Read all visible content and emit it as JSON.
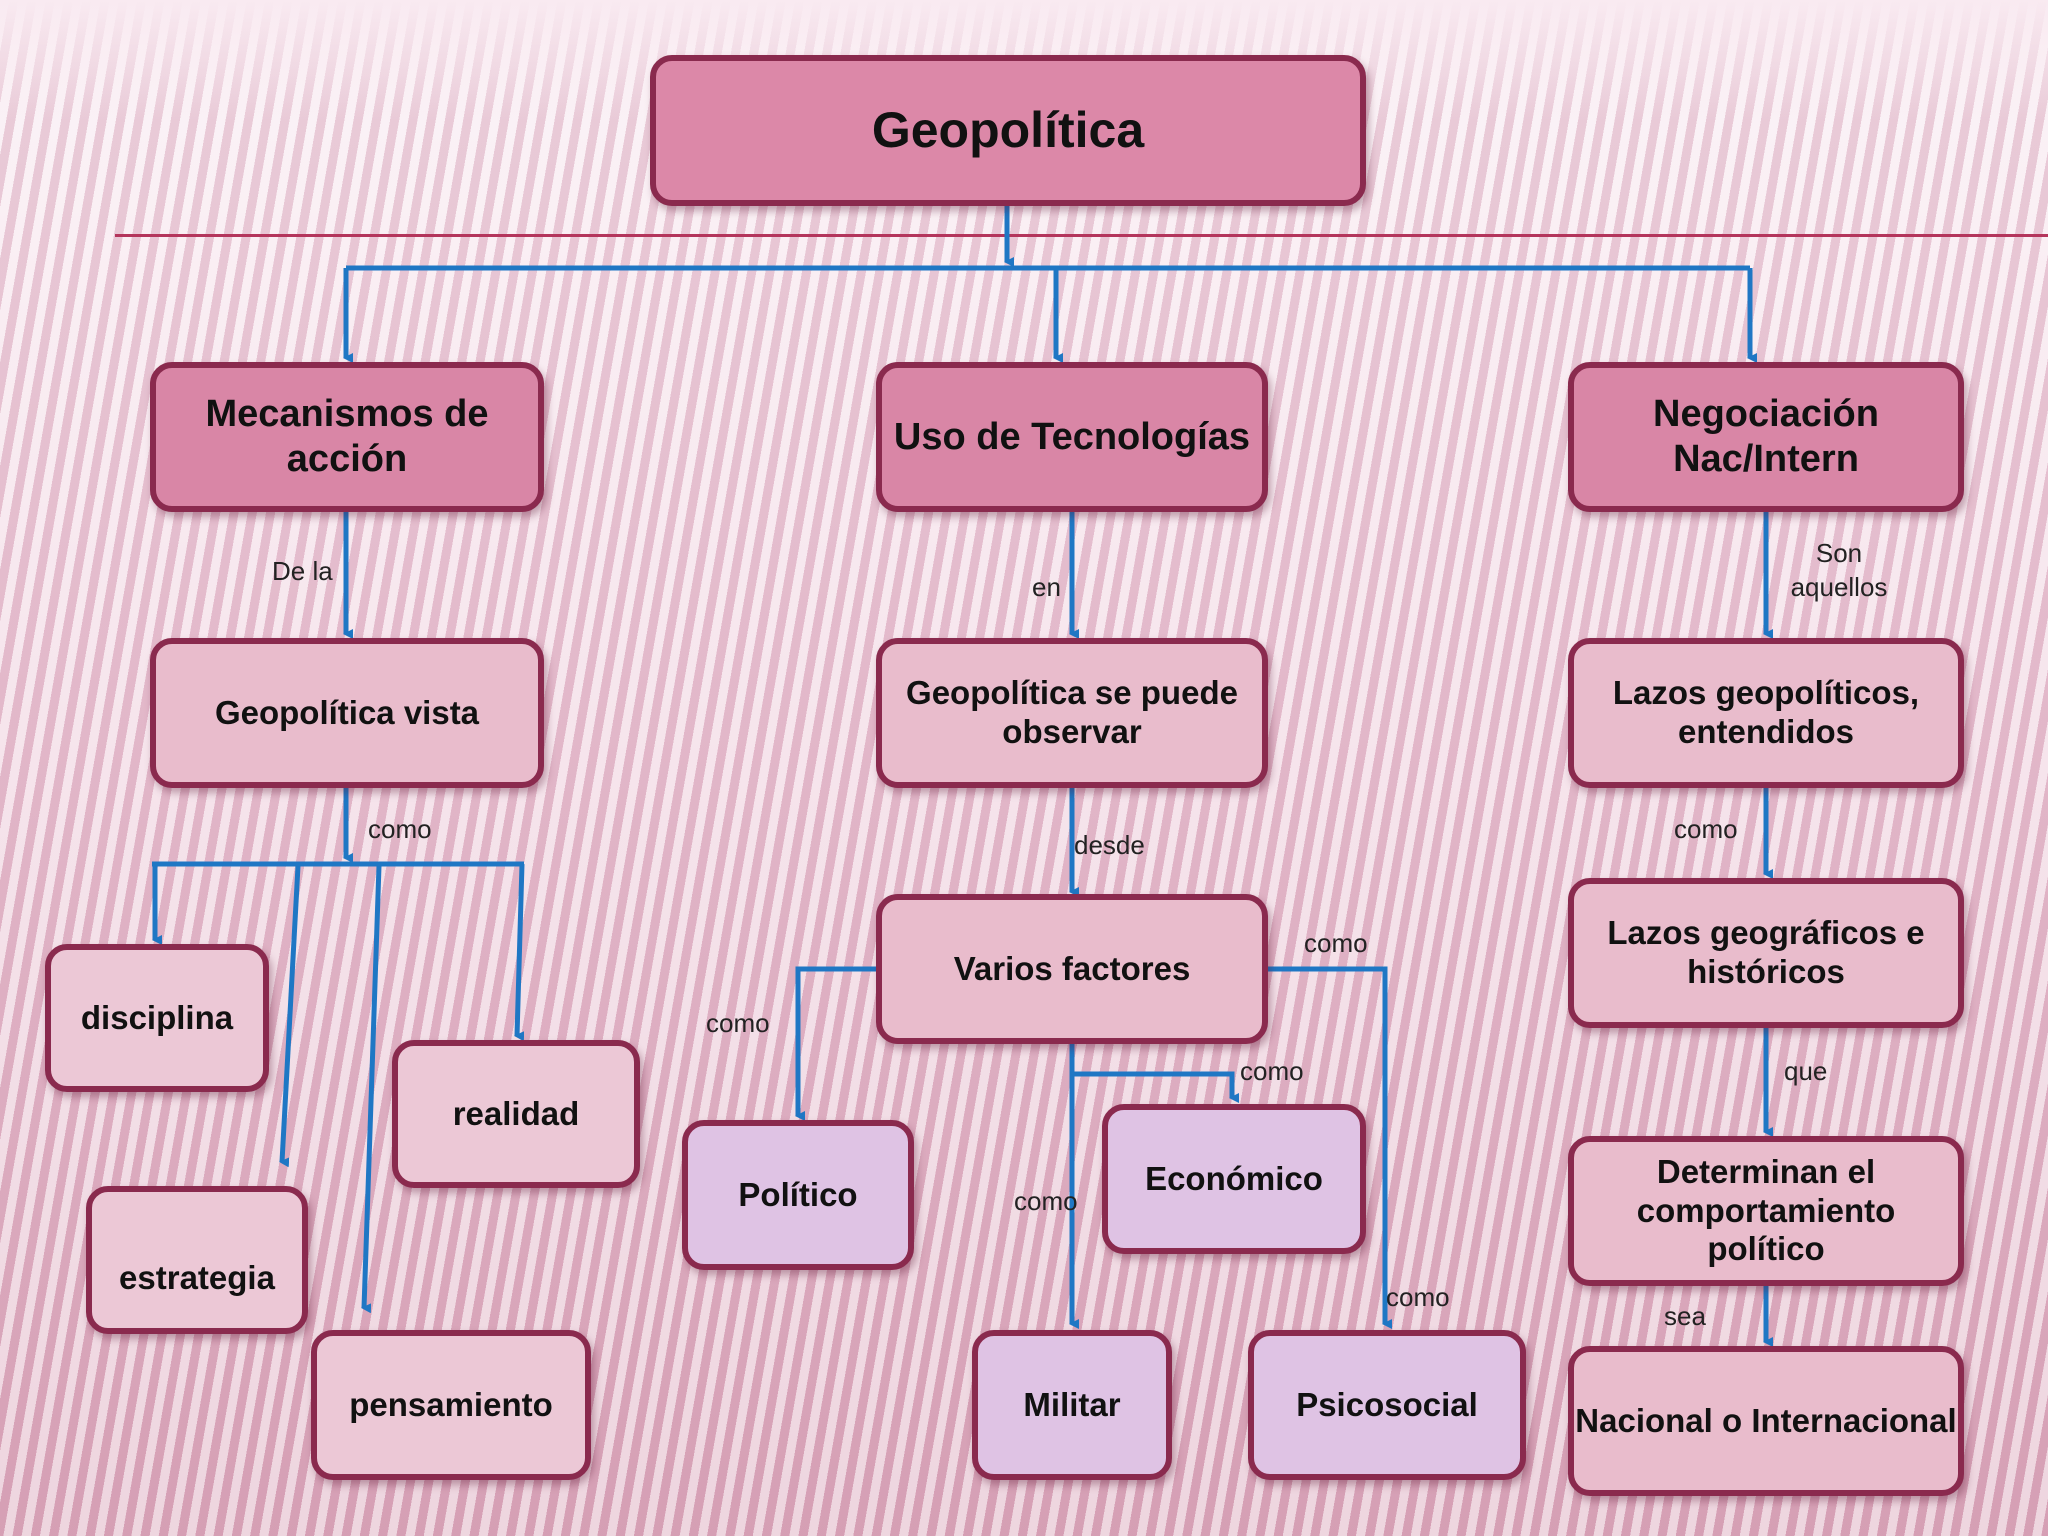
{
  "colors": {
    "connector": "#1f77c4",
    "node_border": "#8a2a4e",
    "top_fill": "#dc88a8",
    "level1_fill": "#d986a6",
    "level2_fill": "#e9bccc",
    "purple_fill": "#dfc3e4"
  },
  "nodes": {
    "root": "Geopolítica",
    "mecanismos": "Mecanismos de acción",
    "uso_tecnologias": "Uso de Tecnologías",
    "negociacion": "Negociación Nac/Intern",
    "geopolitica_vista": "Geopolítica vista",
    "disciplina": "disciplina",
    "estrategia": "estrategia",
    "pensamiento": "pensamiento",
    "realidad": "realidad",
    "se_puede_observar": "Geopolítica se puede observar",
    "varios_factores": "Varios factores",
    "politico": "Político",
    "economico": "Económico",
    "militar": "Militar",
    "psicosocial": "Psicosocial",
    "lazos_geopoliticos": "Lazos geopolíticos, entendidos",
    "lazos_geograficos": "Lazos geográficos e históricos",
    "determinan": "Determinan el comportamiento político",
    "nacional": "Nacional o Internacional"
  },
  "labels": {
    "de_la": "De la",
    "en": "en",
    "son_aquellos": "Son aquellos",
    "como_vista": "como",
    "desde": "desde",
    "como_lazos": "como",
    "como_politico": "como",
    "como_psicosocial_top": "como",
    "como_economico": "como",
    "como_militar": "como",
    "como_psicosocial": "como",
    "que": "que",
    "sea": "sea"
  }
}
